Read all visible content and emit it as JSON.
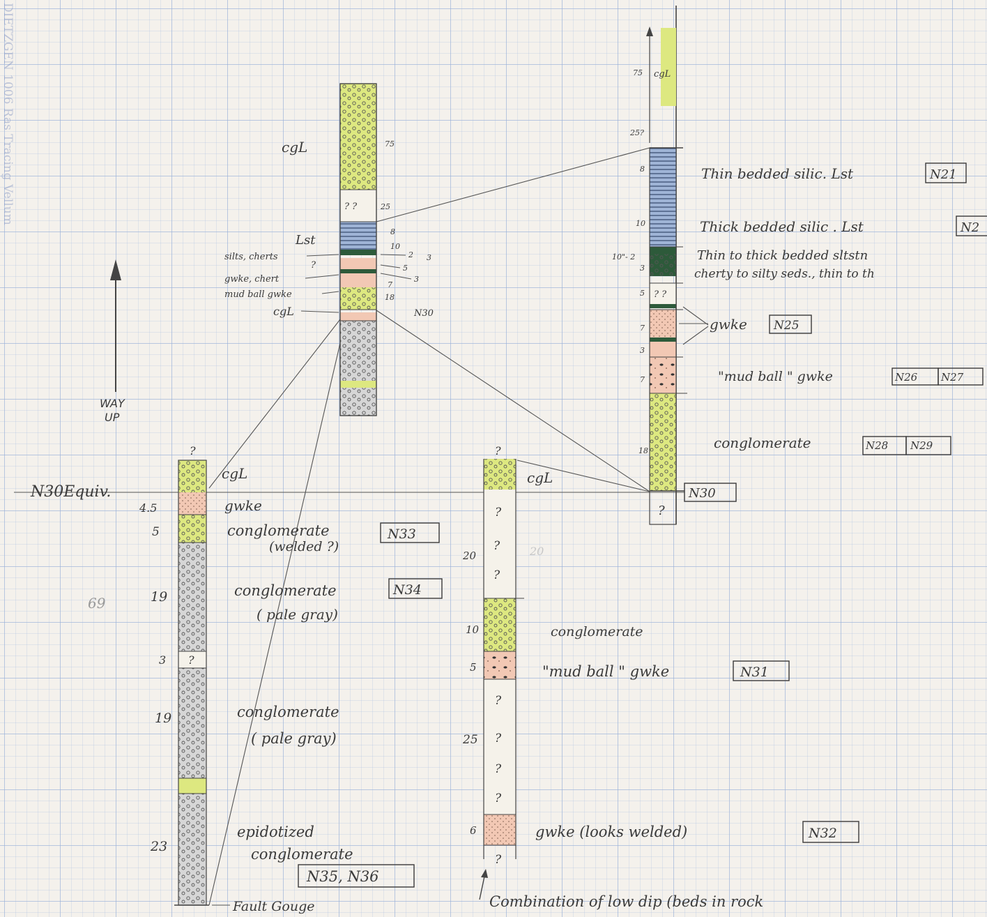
{
  "margin_watermark": "DIETZGEN 1006 Ras Tracing Vellum",
  "way_up": {
    "line1": "WAY",
    "line2": "UP"
  },
  "equiv_label": "N30Equiv.",
  "stray_mark": "69",
  "stray_mark_2": "20",
  "colors": {
    "conglomerate": "#dde880",
    "graywacke": "#f2c8b4",
    "limestone": "#9fb4d6",
    "chert": "#2d5a3a",
    "gray": "#d6d6d6",
    "pencil": "#3a3a3a"
  },
  "middle_column": {
    "label_cgl_top": "cgL",
    "thickness_75": "75",
    "q_marks": "? ?",
    "thickness_25": "25",
    "label_lst": "Lst",
    "thickness_8": "8",
    "thickness_10": "10",
    "label_silts": "silts, cherts",
    "thickness_2": "2",
    "thickness_3a": "3",
    "q_single": "?",
    "thickness_5": "5",
    "label_gwke_chert": "gwke, chert",
    "thickness_7": "7",
    "thickness_3b": "3",
    "label_mudball": "mud ball gwke",
    "thickness_18": "18",
    "label_cgl_low": "cgL",
    "label_n30": "N30"
  },
  "right_column": {
    "thickness_75": "75",
    "label_cgl": "cgL",
    "thickness_25": "25?",
    "thickness_8": "8",
    "thickness_10": "10",
    "thickness_10_2": "10\"- 2",
    "thickness_3a": "3",
    "thickness_5": "5",
    "q_marks": "? ?",
    "thickness_7a": "7",
    "thickness_3b": "3",
    "thickness_7b": "7",
    "thickness_18": "18",
    "label_n30": "N30",
    "q_bottom": "?",
    "desc_thin_lst": "Thin bedded silic. Lst",
    "sample_n21": "N21",
    "desc_thick_lst": "Thick bedded silic . Lst",
    "sample_n2x": "N2",
    "desc_thin_thick": "Thin to thick bedded sltstn",
    "desc_cherty": "cherty to silty seds., thin to th",
    "desc_gwke": "gwke",
    "sample_n25": "N25",
    "desc_mudball": "\"mud ball \" gwke",
    "sample_n26": "N26",
    "sample_n27": "N27",
    "desc_cgl": "conglomerate",
    "sample_n28": "N28",
    "sample_n29": "N29"
  },
  "left_column": {
    "q_top": "?",
    "label_cgl": "cgL",
    "thickness_45": "4.5",
    "label_gwke": "gwke",
    "thickness_5": "5",
    "label_cgl_welded": "conglomerate",
    "label_welded": "(welded ?)",
    "sample_n33": "N33",
    "thickness_19a": "19",
    "label_cgl_pale1": "conglomerate",
    "label_pale1": "( pale gray)",
    "sample_n34": "N34",
    "thickness_3": "3",
    "q_mid": "?",
    "thickness_19b": "19",
    "label_cgl_pale2": "conglomerate",
    "label_pale2": "( pale gray)",
    "thickness_23": "23",
    "label_epid": "epidotized",
    "label_epid2": "conglomerate",
    "sample_n35": "N35, N36",
    "label_fault": "Fault Gouge"
  },
  "center_column": {
    "q_top": "?",
    "label_cgl": "cgL",
    "q1": "?",
    "thickness_20": "20",
    "q2": "?",
    "q3": "?",
    "thickness_10": "10",
    "label_cgl2": "conglomerate",
    "thickness_5": "5",
    "label_mudball": "\"mud ball \" gwke",
    "sample_n31": "N31",
    "q4": "?",
    "thickness_25": "25",
    "q5": "?",
    "q6": "?",
    "q7": "?",
    "thickness_6": "6",
    "label_gwke": "gwke (looks welded)",
    "sample_n32": "N32",
    "q_bottom": "?",
    "bottom_note": "Combination of low dip (beds in rock"
  }
}
